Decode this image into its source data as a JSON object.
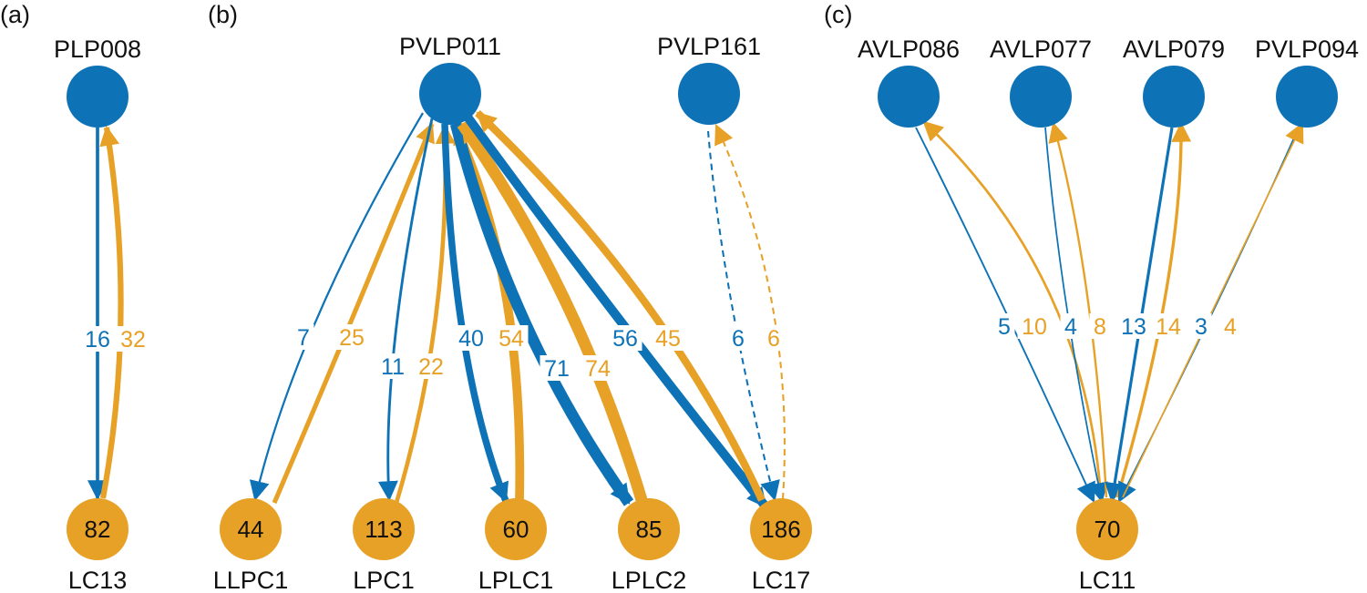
{
  "colors": {
    "blue": "#0d72b6",
    "orange": "#e6a126",
    "text": "#111111",
    "background": "#ffffff"
  },
  "panels": {
    "a": {
      "letter": "(a)",
      "top_nodes": [
        {
          "name": "PLP008"
        }
      ],
      "bottom_nodes": [
        {
          "name": "LC13",
          "count": "82"
        }
      ],
      "edges": [
        {
          "top": "PLP008",
          "bottom": "LC13",
          "direction": "top_to_bottom",
          "weight": "16",
          "style": "solid"
        },
        {
          "top": "PLP008",
          "bottom": "LC13",
          "direction": "bottom_to_top",
          "weight": "32",
          "style": "solid"
        }
      ]
    },
    "b": {
      "letter": "(b)",
      "top_nodes": [
        {
          "name": "PVLP011"
        },
        {
          "name": "PVLP161"
        }
      ],
      "bottom_nodes": [
        {
          "name": "LLPC1",
          "count": "44"
        },
        {
          "name": "LPC1",
          "count": "113"
        },
        {
          "name": "LPLC1",
          "count": "60"
        },
        {
          "name": "LPLC2",
          "count": "85"
        },
        {
          "name": "LC17",
          "count": "186"
        }
      ],
      "edges": [
        {
          "top": "PVLP011",
          "bottom": "LLPC1",
          "direction": "top_to_bottom",
          "weight": "7",
          "style": "solid"
        },
        {
          "top": "PVLP011",
          "bottom": "LLPC1",
          "direction": "bottom_to_top",
          "weight": "25",
          "style": "solid"
        },
        {
          "top": "PVLP011",
          "bottom": "LPC1",
          "direction": "top_to_bottom",
          "weight": "11",
          "style": "solid"
        },
        {
          "top": "PVLP011",
          "bottom": "LPC1",
          "direction": "bottom_to_top",
          "weight": "22",
          "style": "solid"
        },
        {
          "top": "PVLP011",
          "bottom": "LPLC1",
          "direction": "top_to_bottom",
          "weight": "40",
          "style": "solid"
        },
        {
          "top": "PVLP011",
          "bottom": "LPLC1",
          "direction": "bottom_to_top",
          "weight": "54",
          "style": "solid"
        },
        {
          "top": "PVLP011",
          "bottom": "LPLC2",
          "direction": "top_to_bottom",
          "weight": "71",
          "style": "solid"
        },
        {
          "top": "PVLP011",
          "bottom": "LPLC2",
          "direction": "bottom_to_top",
          "weight": "74",
          "style": "solid"
        },
        {
          "top": "PVLP011",
          "bottom": "LC17",
          "direction": "top_to_bottom",
          "weight": "56",
          "style": "solid"
        },
        {
          "top": "PVLP011",
          "bottom": "LC17",
          "direction": "bottom_to_top",
          "weight": "45",
          "style": "solid"
        },
        {
          "top": "PVLP161",
          "bottom": "LC17",
          "direction": "top_to_bottom",
          "weight": "6",
          "style": "dashed"
        },
        {
          "top": "PVLP161",
          "bottom": "LC17",
          "direction": "bottom_to_top",
          "weight": "6",
          "style": "dashed"
        }
      ]
    },
    "c": {
      "letter": "(c)",
      "top_nodes": [
        {
          "name": "AVLP086"
        },
        {
          "name": "AVLP077"
        },
        {
          "name": "AVLP079"
        },
        {
          "name": "PVLP094"
        }
      ],
      "bottom_nodes": [
        {
          "name": "LC11",
          "count": "70"
        }
      ],
      "edges": [
        {
          "top": "AVLP086",
          "bottom": "LC11",
          "direction": "top_to_bottom",
          "weight": "5",
          "style": "solid"
        },
        {
          "top": "AVLP086",
          "bottom": "LC11",
          "direction": "bottom_to_top",
          "weight": "10",
          "style": "solid"
        },
        {
          "top": "AVLP077",
          "bottom": "LC11",
          "direction": "top_to_bottom",
          "weight": "4",
          "style": "solid"
        },
        {
          "top": "AVLP077",
          "bottom": "LC11",
          "direction": "bottom_to_top",
          "weight": "8",
          "style": "solid"
        },
        {
          "top": "AVLP079",
          "bottom": "LC11",
          "direction": "top_to_bottom",
          "weight": "13",
          "style": "solid"
        },
        {
          "top": "AVLP079",
          "bottom": "LC11",
          "direction": "bottom_to_top",
          "weight": "14",
          "style": "solid"
        },
        {
          "top": "PVLP094",
          "bottom": "LC11",
          "direction": "top_to_bottom",
          "weight": "3",
          "style": "solid"
        },
        {
          "top": "PVLP094",
          "bottom": "LC11",
          "direction": "bottom_to_top",
          "weight": "4",
          "style": "solid"
        }
      ]
    }
  }
}
